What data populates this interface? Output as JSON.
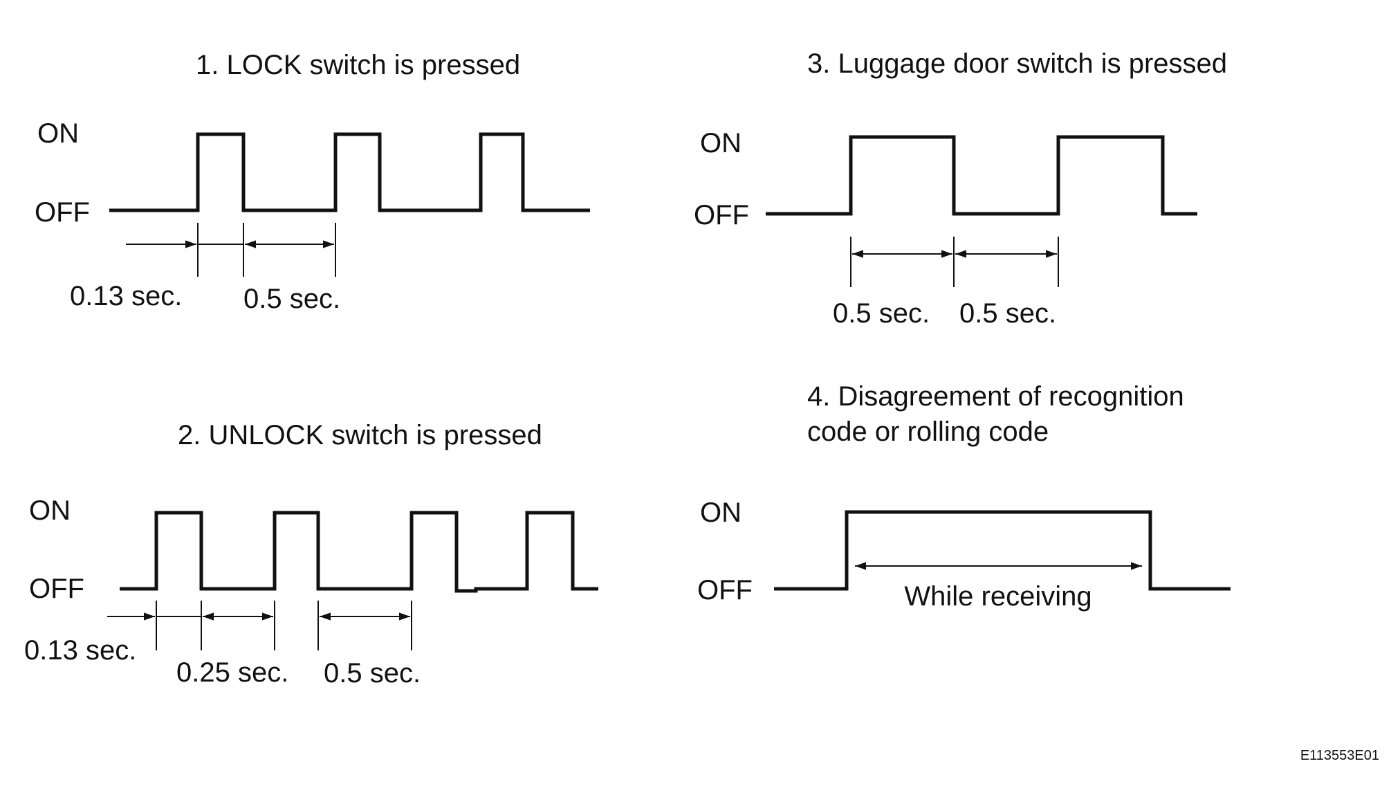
{
  "panels": [
    {
      "title": "1. LOCK switch is pressed",
      "on_label": "ON",
      "off_label": "OFF",
      "dimension_labels": [
        "0.13 sec.",
        "0.5 sec."
      ]
    },
    {
      "title": "2. UNLOCK switch is pressed",
      "on_label": "ON",
      "off_label": "OFF",
      "dimension_labels": [
        "0.13 sec.",
        "0.25 sec.",
        "0.5 sec."
      ]
    },
    {
      "title": "3. Luggage door switch is pressed",
      "on_label": "ON",
      "off_label": "OFF",
      "dimension_labels": [
        "0.5 sec.",
        "0.5 sec."
      ]
    },
    {
      "title_lines": [
        "4. Disagreement of recognition",
        "code or rolling code"
      ],
      "on_label": "ON",
      "off_label": "OFF",
      "dimension_labels": [
        "While receiving"
      ]
    }
  ],
  "figure_code": "E113553E01"
}
